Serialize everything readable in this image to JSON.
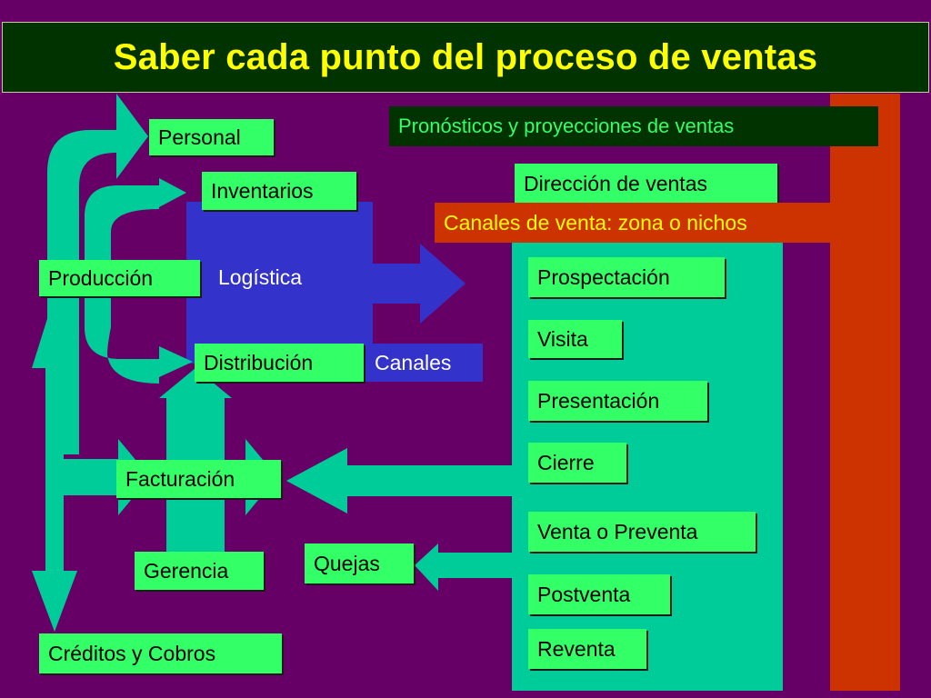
{
  "title": "Saber cada punto del proceso de ventas",
  "colors": {
    "background": "#660066",
    "title_bg": "#003300",
    "title_text": "#ffff00",
    "arrow": "#00cc99",
    "box": "#33ff66",
    "logistics_block": "#3333cc",
    "sales_panel": "#00cc99",
    "red_bar": "#cc3300"
  },
  "left_nodes": {
    "personal": "Personal",
    "inventarios": "Inventarios",
    "produccion": "Producción",
    "logistica": "Logística",
    "distribucion": "Distribución",
    "canales": "Canales",
    "facturacion": "Facturación",
    "gerencia": "Gerencia",
    "quejas": "Quejas",
    "creditos": "Créditos y Cobros"
  },
  "top_right": {
    "pronosticos": "Pronósticos y proyecciones de ventas",
    "direccion": "Dirección de ventas",
    "canales_venta": "Canales de venta: zona o nichos"
  },
  "sales_steps": [
    "Prospectación",
    "Visita",
    "Presentación",
    "Cierre",
    "Venta o Preventa",
    "Postventa",
    "Reventa"
  ]
}
